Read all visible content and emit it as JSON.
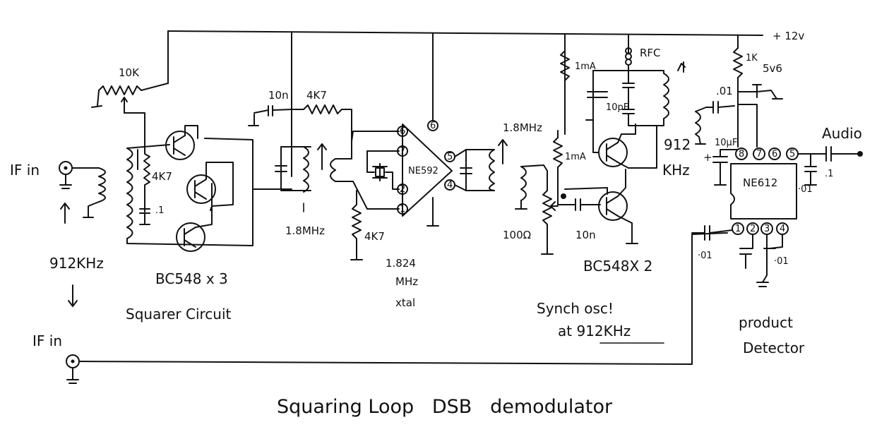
{
  "title": "Squaring Loop   DSB   demodulator",
  "supply": "+ 12v",
  "inputs": {
    "if_in_top": "IF in",
    "if_in_bottom": "IF in",
    "frequency": "912KHz"
  },
  "sections": {
    "squarer": "Squarer Circuit",
    "squarer_transistors": "BC548 x 3",
    "xtal_freq": "1.824",
    "xtal_unit": "MHz",
    "xtal_label": "xtal",
    "sync_osc_line1": "Synch osc!",
    "sync_osc_line2": "at 912KHz",
    "sync_transistors": "BC548X 2",
    "product_detector_line1": "product",
    "product_detector_line2": "Detector",
    "output": "Audio"
  },
  "ics": {
    "ne592": "NE592",
    "ne612": "NE612"
  },
  "components": {
    "pot_10k": "10K",
    "r_4k7_a": "4K7",
    "c_01_a": ".1",
    "c_10n_a": "10n",
    "r_4k7_b": "4K7",
    "tuned_freq_1": "1.8MHz",
    "r_4k7_c": "4K7",
    "tuned_freq_2": "1.8MHz",
    "pot_100": "100Ω",
    "c_10n_b": "10n",
    "r_1m_a": "1mA",
    "rfc": "RFC",
    "c_10pf": "10pF",
    "r_1m_b": "1mA",
    "freq_912_a": "912",
    "freq_912_b": "KHz",
    "r_1k": "1K",
    "zener": "5v6",
    "c_01_b": ".01",
    "c_10uf": "10µF",
    "c_01_c": ".1",
    "c_001_a": "·01",
    "c_01_d": "·01",
    "c_01_e": "·01"
  },
  "ne592_pins": [
    "6",
    "7",
    "2",
    "1",
    "5",
    "4"
  ],
  "ne612_pins": [
    "8",
    "7",
    "6",
    "5",
    "1",
    "2",
    "3",
    "4"
  ]
}
